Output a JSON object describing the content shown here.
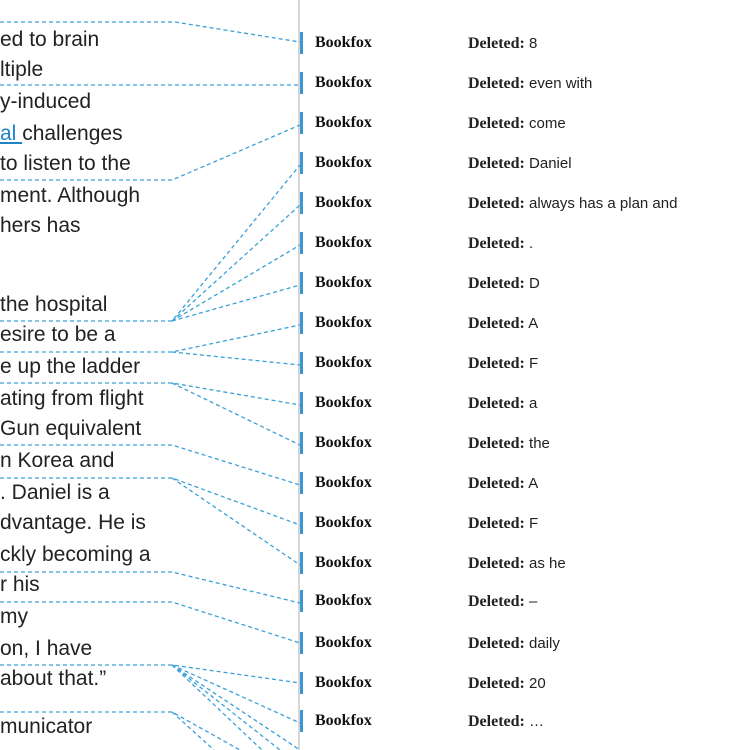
{
  "colors": {
    "leader": "#3aa0d8",
    "balloon_bar": "#3a97d4",
    "inserted_text": "#1e84c6",
    "body_text": "#222222"
  },
  "document": {
    "lines": [
      {
        "text": "ed to brain"
      },
      {
        "text": "ltiple"
      },
      {
        "text": "y-induced"
      },
      {
        "ins": "al ",
        "text": "challenges"
      },
      {
        "text": " to listen to the"
      },
      {
        "text": "ment. Although"
      },
      {
        "text": "hers has"
      },
      {
        "text": ""
      },
      {
        "text": ""
      },
      {
        "text": "the hospital"
      },
      {
        "text": "esire to be a"
      },
      {
        "text": "e up the ladder"
      },
      {
        "text": "ating from flight"
      },
      {
        "text": " Gun equivalent"
      },
      {
        "text": "n Korea and"
      },
      {
        "text": ". Daniel is a"
      },
      {
        "text": "dvantage. He is"
      },
      {
        "text": "ckly becoming a"
      },
      {
        "text": "r his"
      },
      {
        "text": "my"
      },
      {
        "text": "on, I have"
      },
      {
        "text": " about that.”"
      },
      {
        "text": ""
      },
      {
        "text": "municator"
      }
    ]
  },
  "comments": [
    {
      "author": "Bookfox",
      "kind": "Deleted:",
      "text": "8"
    },
    {
      "author": "Bookfox",
      "kind": "Deleted:",
      "text": "even with"
    },
    {
      "author": "Bookfox",
      "kind": "Deleted:",
      "text": "come"
    },
    {
      "author": "Bookfox",
      "kind": "Deleted:",
      "text": "Daniel"
    },
    {
      "author": "Bookfox",
      "kind": "Deleted:",
      "text": "always has a plan and"
    },
    {
      "author": "Bookfox",
      "kind": "Deleted:",
      "text": "."
    },
    {
      "author": "Bookfox",
      "kind": "Deleted:",
      "text": "D"
    },
    {
      "author": "Bookfox",
      "kind": "Deleted:",
      "text": "A"
    },
    {
      "author": "Bookfox",
      "kind": "Deleted:",
      "text": "F"
    },
    {
      "author": "Bookfox",
      "kind": "Deleted:",
      "text": "a"
    },
    {
      "author": "Bookfox",
      "kind": "Deleted:",
      "text": "the"
    },
    {
      "author": "Bookfox",
      "kind": "Deleted:",
      "text": "A"
    },
    {
      "author": "Bookfox",
      "kind": "Deleted:",
      "text": "F"
    },
    {
      "author": "Bookfox",
      "kind": "Deleted:",
      "text": "as he"
    },
    {
      "author": "Bookfox",
      "kind": "Deleted:",
      "text": " –"
    },
    {
      "author": "Bookfox",
      "kind": "Deleted:",
      "text": "daily"
    },
    {
      "author": "Bookfox",
      "kind": "Deleted:",
      "text": "20"
    },
    {
      "author": "Bookfox",
      "kind": "Deleted:",
      "text": "…"
    }
  ]
}
